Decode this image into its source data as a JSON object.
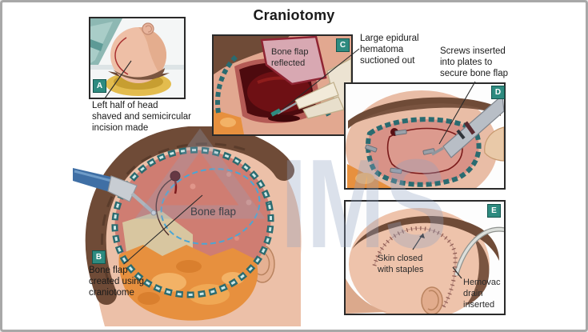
{
  "title": "Craniotomy",
  "watermark": {
    "text": "IMS",
    "color": "#8FA3C0"
  },
  "colors": {
    "badge_teal": "#2E8B80",
    "panel_frame": "#2a2a2a",
    "incision_red": "#A83030",
    "bone_flap_dash_blue": "#4BA6D4",
    "hematoma_dark_red": "#4D0A0E",
    "scalp_fat_orange": "#E7903E",
    "skin": "#ECC0A8",
    "hair_brown": "#6F4B37",
    "clip_teal": "#2A6B70"
  },
  "panels": {
    "a": {
      "badge": "A",
      "caption_lines": [
        "Left half of head",
        "shaved and semicircular",
        "incision made"
      ]
    },
    "b": {
      "badge": "B",
      "caption_lines": [
        "Bone flap",
        "created using",
        "craniotome"
      ],
      "bone_flap_label": "Bone flap"
    },
    "c": {
      "badge": "C",
      "flap_label_lines": [
        "Bone flap",
        "reflected"
      ],
      "caption_lines": [
        "Large epidural",
        "hematoma",
        "suctioned out"
      ]
    },
    "d": {
      "badge": "D",
      "caption_lines": [
        "Screws inserted",
        "into plates to",
        "secure bone flap"
      ]
    },
    "e": {
      "badge": "E",
      "staples_label_lines": [
        "Skin closed",
        "with staples"
      ],
      "drain_label_lines": [
        "Hemovac",
        "drain",
        "inserted"
      ]
    }
  }
}
